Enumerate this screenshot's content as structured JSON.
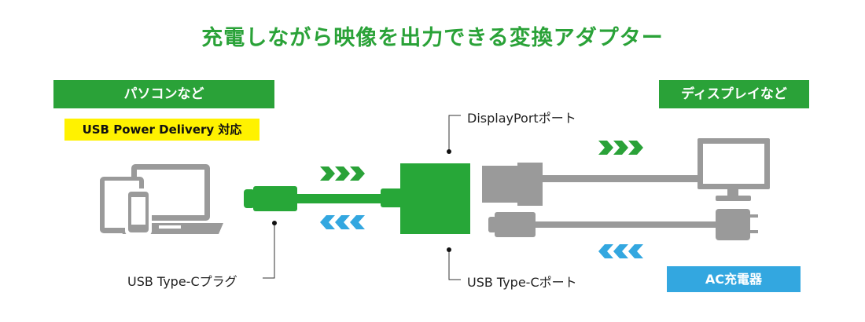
{
  "title": "充電しながら映像を出力できる変換アダプター",
  "left_banner": "パソコンなど",
  "right_banner": "ディスプレイなど",
  "power_delivery_badge": "USB Power Delivery 対応",
  "labels": {
    "displayport_port": "DisplayPortポート",
    "typec_port": "USB Type-Cポート",
    "typec_plug": "USB Type-Cプラグ"
  },
  "charger_badge": "AC充電器",
  "colors": {
    "title_green": "#2aa238",
    "banner_green": "#2aa238",
    "adapter_green": "#27a738",
    "arrow_green": "#2aa238",
    "arrow_blue": "#33a7e0",
    "badge_yellow": "#fff200",
    "badge_blue": "#33a7e0",
    "device_gray": "#9a9a9a"
  },
  "icons": [
    "tablet-icon",
    "smartphone-icon",
    "laptop-icon",
    "monitor-icon",
    "ac-charger-icon",
    "adapter-icon"
  ]
}
